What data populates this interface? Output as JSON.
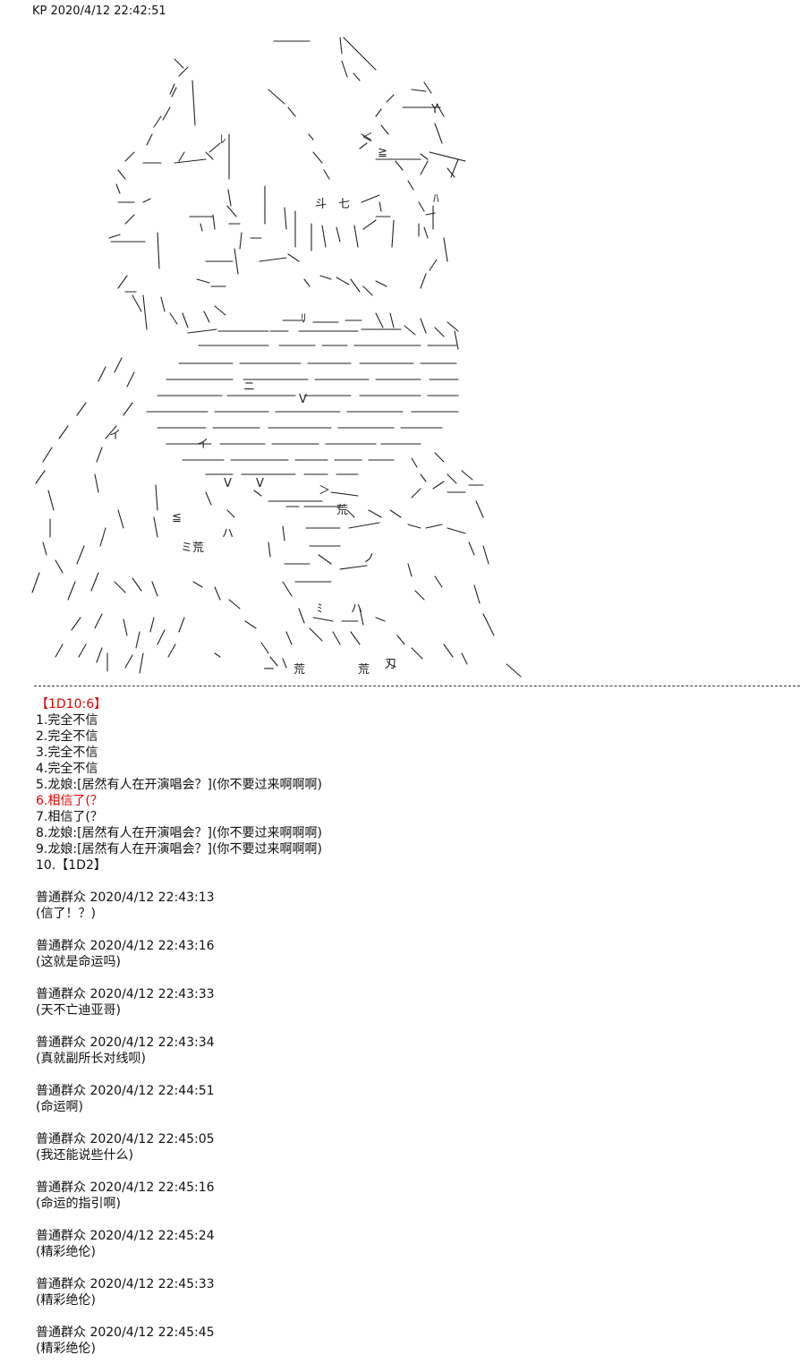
{
  "header": "KP 2020/4/12 22:42:51",
  "art": {
    "glyphs": [
      "斗",
      "七",
      "荒",
      "荒",
      "荒",
      "Y",
      "V",
      "V",
      "V",
      "ハ",
      "ハ",
      "ﾊ",
      "イ",
      "イ",
      "ノ",
      "ミ荒",
      "≦",
      "≧",
      "＜",
      "＞",
      "ー",
      "ニ",
      "ﾚ",
      "ﾐ",
      "ﾘ",
      "刄"
    ],
    "stroke": "#222222"
  },
  "post": {
    "result": "【1D10:6】",
    "options": [
      "1.完全不信",
      "2.完全不信",
      "3.完全不信",
      "4.完全不信",
      "5.龙娘:[居然有人在开演唱会？](你不要过来啊啊啊)",
      "6.相信了(？",
      "7.相信了(？",
      "8.龙娘:[居然有人在开演唱会？](你不要过来啊啊啊)",
      "9.龙娘:[居然有人在开演唱会？](你不要过来啊啊啊)",
      "10.【1D2】"
    ],
    "highlight_color": "#e60000"
  },
  "comments": [
    {
      "author": "普通群众 2020/4/12 22:43:13",
      "text": "(信了！？)"
    },
    {
      "author": "普通群众 2020/4/12 22:43:16",
      "text": "(这就是命运吗)"
    },
    {
      "author": "普通群众 2020/4/12 22:43:33",
      "text": "(天不亡迪亚哥)"
    },
    {
      "author": "普通群众 2020/4/12 22:43:34",
      "text": "(真就副所长对线呗)"
    },
    {
      "author": "普通群众 2020/4/12 22:44:51",
      "text": "(命运啊)"
    },
    {
      "author": "普通群众 2020/4/12 22:45:05",
      "text": "(我还能说些什么)"
    },
    {
      "author": "普通群众 2020/4/12 22:45:16",
      "text": "(命运的指引啊)"
    },
    {
      "author": "普通群众 2020/4/12 22:45:24",
      "text": "(精彩绝伦)"
    },
    {
      "author": "普通群众 2020/4/12 22:45:33",
      "text": "(精彩绝伦)"
    },
    {
      "author": "普通群众 2020/4/12 22:45:45",
      "text": "(精彩绝伦)"
    }
  ]
}
